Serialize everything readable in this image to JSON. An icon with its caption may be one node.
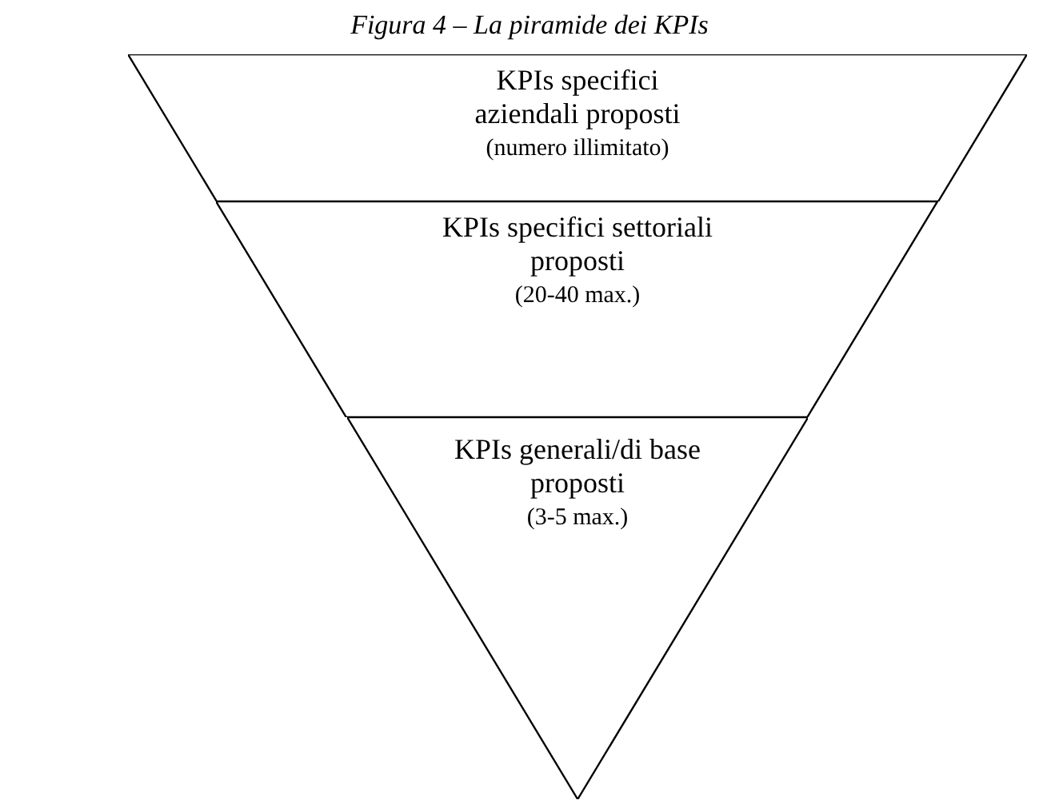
{
  "diagram": {
    "title": "Figura 4 – La piramide dei KPIs",
    "nodes": [
      {
        "text": [
          "KPIs specifici aziendali proposti",
          "(numero illimitato)"
        ]
      },
      {
        "text": [
          "KPIs specifici settoriali proposti",
          "(20-40 max.)"
        ]
      },
      {
        "text": [
          "KPIs generali/di base proposti",
          "(3-5 max.)"
        ]
      }
    ]
  }
}
